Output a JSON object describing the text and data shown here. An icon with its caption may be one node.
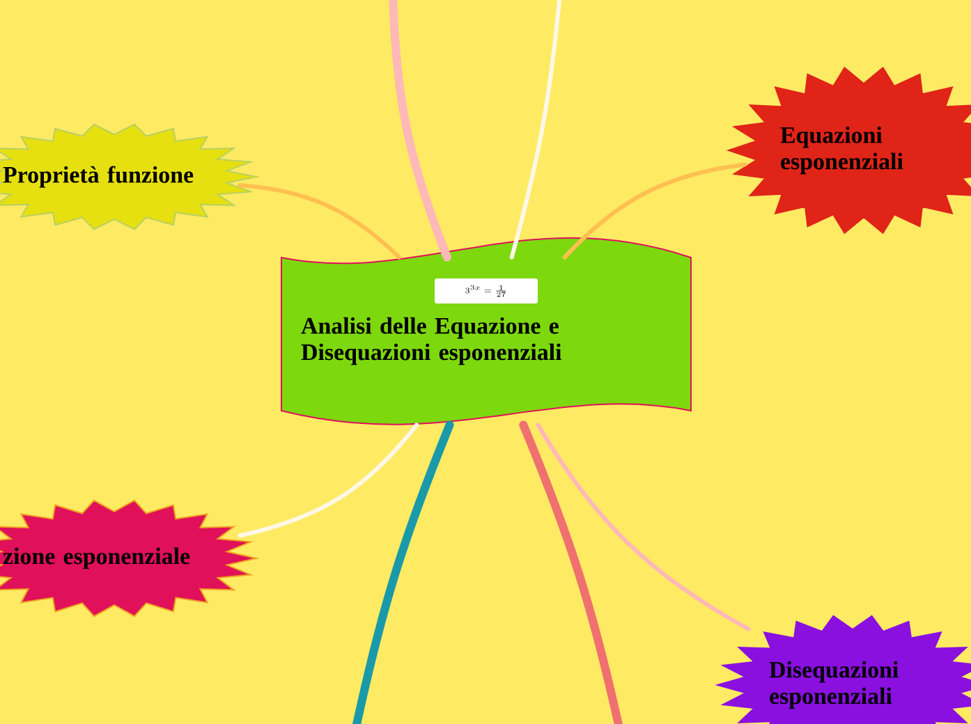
{
  "diagram": {
    "nodes": [
      {
        "text": [
          "Analisi delle Equazione e Disequazioni esponenziali"
        ]
      },
      {
        "text": [
          "3^{3x}=\\frac{1}{27}"
        ],
        "in": 0
      },
      {
        "text": [
          "Proprietà funzione"
        ]
      },
      {
        "text": [
          "zione esponenziale"
        ]
      },
      {
        "text": [
          "Equazioni esponenziali"
        ]
      },
      {
        "text": [
          "Disequazioni esponenziali"
        ]
      }
    ],
    "edges": [
      {
        "from": 0,
        "to": 2,
        "arrow": "none"
      },
      {
        "from": 0,
        "to": 4,
        "arrow": "none"
      },
      {
        "from": 0,
        "to": 3,
        "arrow": "none",
        "color": "#fff8e8"
      },
      {
        "from": 0,
        "to": 5,
        "arrow": "none",
        "color": "#ffb8b8"
      },
      {
        "from": 0,
        "to": null,
        "arrow": "none",
        "style": "thick",
        "color": "#ffb8b8"
      },
      {
        "from": 0,
        "to": null,
        "arrow": "none",
        "color": "#fff8e8"
      },
      {
        "from": 0,
        "to": null,
        "arrow": "none",
        "style": "thick",
        "color": "#1a9aa8"
      },
      {
        "from": 0,
        "to": null,
        "arrow": "none",
        "style": "thick",
        "color": "#f07070"
      }
    ]
  }
}
